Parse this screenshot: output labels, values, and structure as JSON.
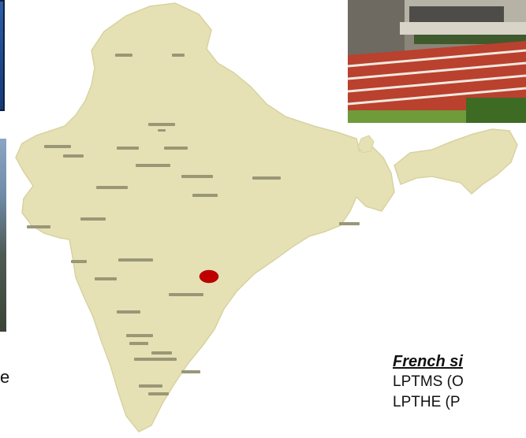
{
  "left_text_fragment": "e",
  "french_sites": {
    "heading": "French si",
    "lines": [
      "LPTMS (O",
      "LPTHE (P"
    ]
  },
  "map": {
    "land_color": "#e6e1b4",
    "marker_color": "#c00000"
  }
}
